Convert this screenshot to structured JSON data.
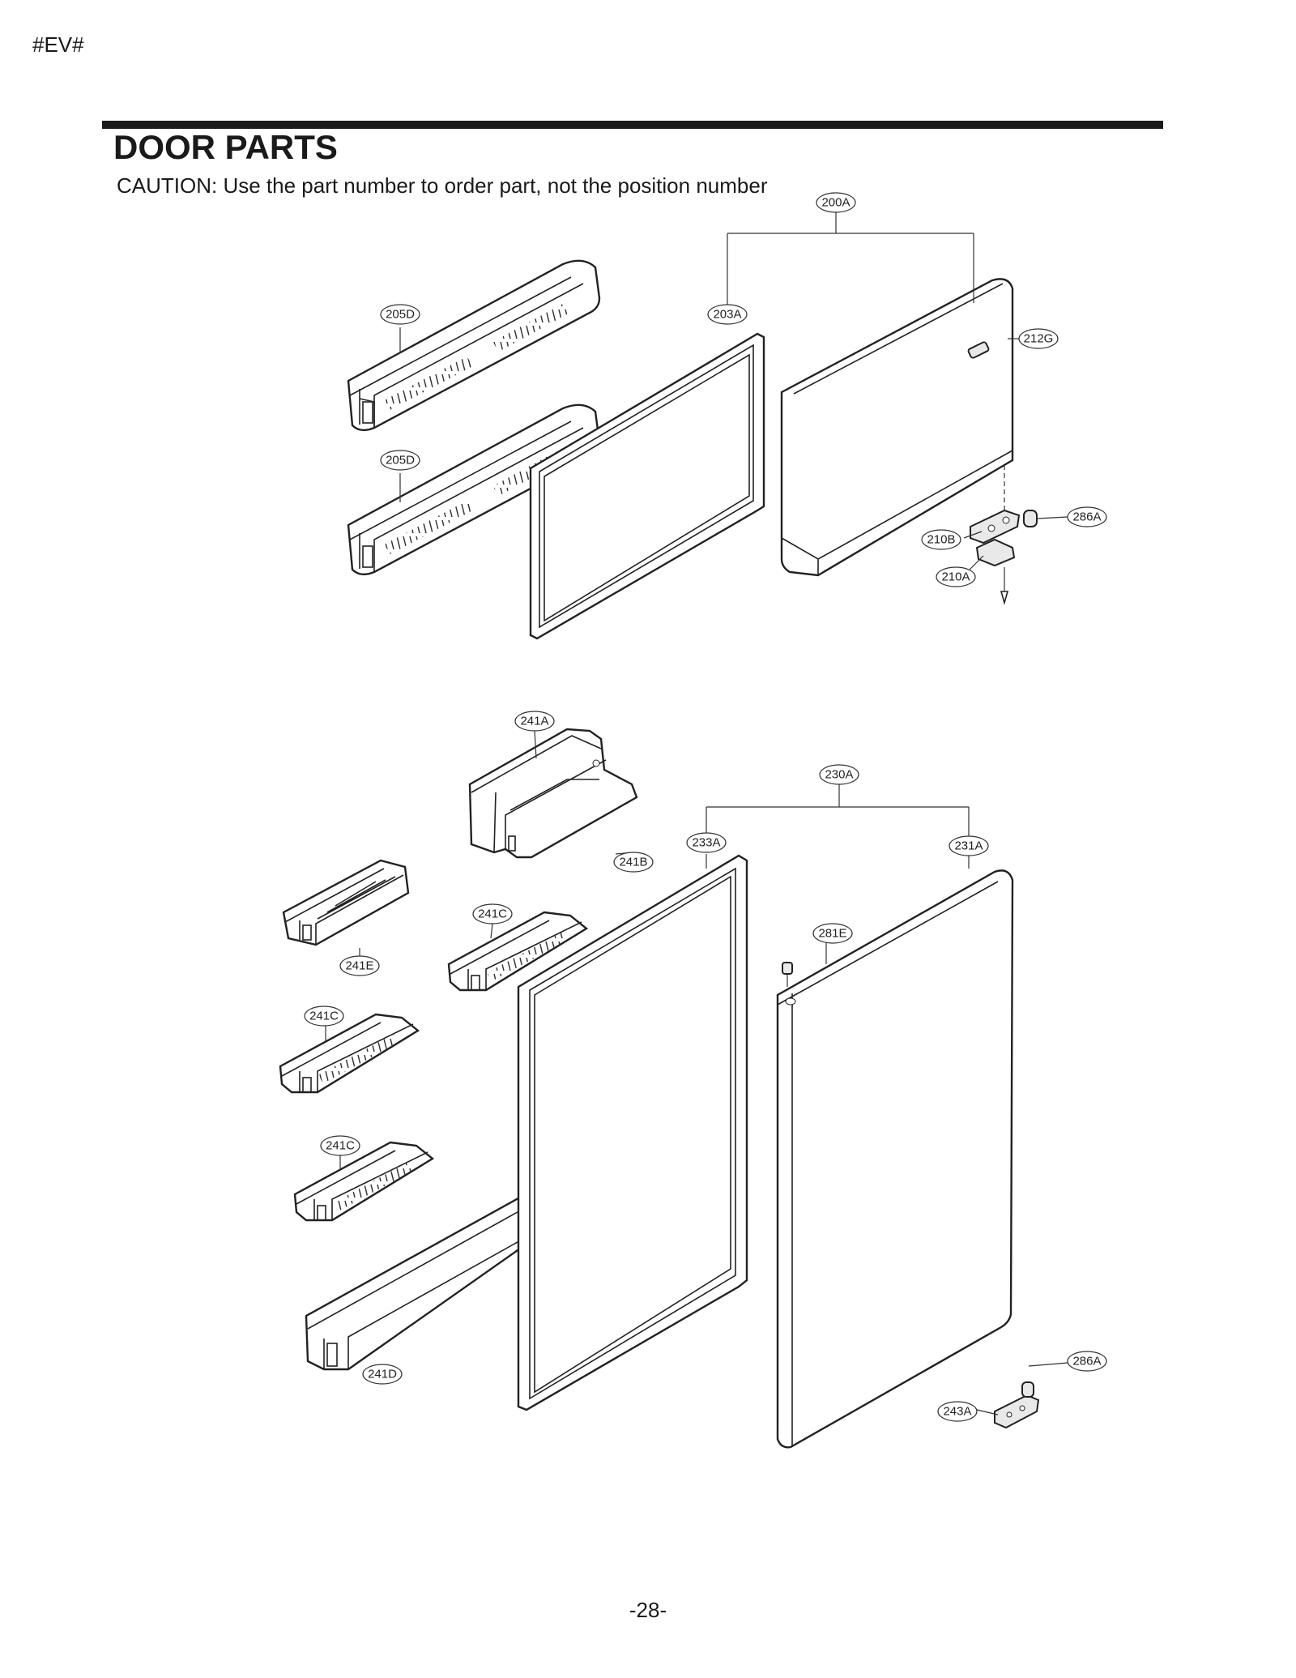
{
  "header": {
    "tag": "#EV#"
  },
  "section": {
    "title": "DOOR PARTS",
    "caution": "CAUTION: Use the part number to order part, not the position number"
  },
  "labels": {
    "l200A": "200A",
    "l203A": "203A",
    "l205D_top": "205D",
    "l205D_bottom": "205D",
    "l212G": "212G",
    "l286A_top": "286A",
    "l210B": "210B",
    "l210A": "210A",
    "l241A": "241A",
    "l241B": "241B",
    "l230A": "230A",
    "l233A": "233A",
    "l231A": "231A",
    "l241C_a": "241C",
    "l241E": "241E",
    "l281E": "281E",
    "l241C_b": "241C",
    "l241C_c": "241C",
    "l241D": "241D",
    "l286A_bottom": "286A",
    "l243A": "243A"
  },
  "footer": {
    "page_number": "-28-"
  }
}
